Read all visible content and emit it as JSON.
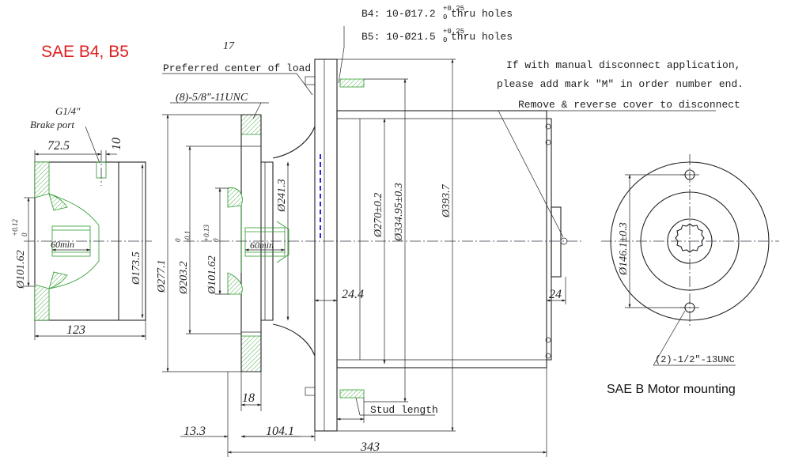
{
  "title": "SAE B4, B5",
  "title_color": "#e02020",
  "subtitle_bottom": "SAE B Motor mounting",
  "notes": {
    "hole_b4": "B4: 10-Ø17.2",
    "hole_b4_tol_up": "+0.25",
    "hole_b4_tol_dn": "0",
    "hole_b4_suffix": "thru holes",
    "hole_b5": "B5: 10-Ø21.5",
    "hole_b5_tol_up": "+0.25",
    "hole_b5_tol_dn": "0",
    "hole_b5_suffix": "thru holes",
    "disconnect_1": "If with manual disconnect application,",
    "disconnect_2": "please add mark \"M\" in order number end.",
    "disconnect_3": "Remove & reverse cover to disconnect",
    "load_value": "17",
    "load_label": "Preferred center of load",
    "bolt_spec": "(8)-5/8\"-11UNC",
    "brake_port_size": "G1/4\"",
    "brake_port_label": "Brake port",
    "stud_length": "Stud length",
    "tapped_holes": "(2)-1/2\"-13UNC"
  },
  "dims": {
    "d72_5": "72.5",
    "d10": "10",
    "d101_62_left": "Ø101.62",
    "d101_62_left_tol_up": "+0.12",
    "d101_62_left_tol_dn": "0",
    "d60min_left": "60min",
    "d173_5": "Ø173.5",
    "d123": "123",
    "d277_1": "Ø277.1",
    "d203_2": "Ø203.2",
    "d203_2_tol_up": "0",
    "d203_2_tol_dn": "-0.1",
    "d101_62_mid": "Ø101.62",
    "d101_62_mid_tol_up": "+0.13",
    "d101_62_mid_tol_dn": "0",
    "d60min_mid": "60min",
    "d241_3": "Ø241.3",
    "d270": "Ø270±0.2",
    "d334_95": "Ø334.95±0.3",
    "d393_7": "Ø393.7",
    "d24_4": "24.4",
    "d24_right": "24",
    "d18": "18",
    "d13_3": "13.3",
    "d104_1": "104.1",
    "d343": "343",
    "d146_1": "Ø146.1±0.3"
  }
}
